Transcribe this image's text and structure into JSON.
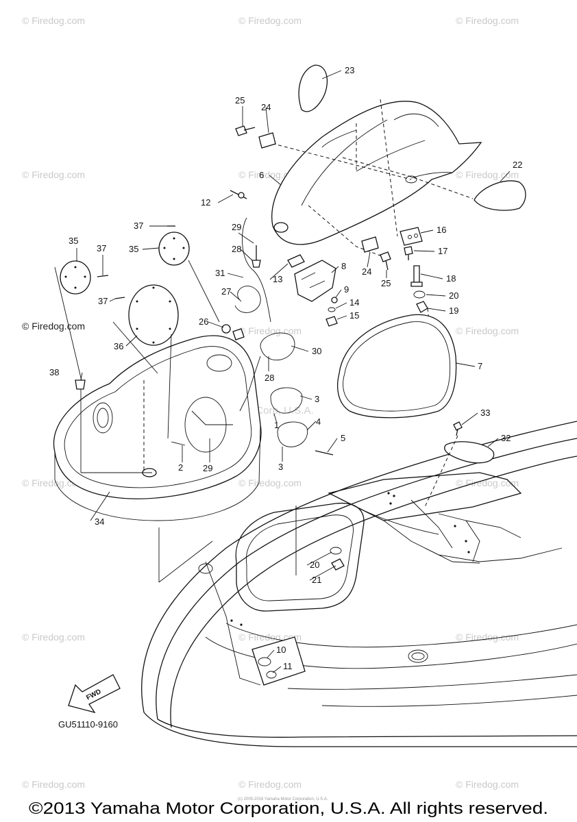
{
  "watermark_text": "Firedog.com",
  "watermark_symbol": "©",
  "watermark_strong": "© Firedog.com",
  "ghost_text": "Yamaha Motor Corp, U.S.A.",
  "diagram_code": "GU51110-9160",
  "fwd_label": "FWD",
  "tiny_print": "(c) 2005-2016 Yamaha Motor Corporation, U.S.A.",
  "copyright": "©2013 Yamaha Motor Corporation, U.S.A. All rights reserved.",
  "labels": {
    "l1": "1",
    "l2": "2",
    "l3a": "3",
    "l3b": "3",
    "l4": "4",
    "l5": "5",
    "l6": "6",
    "l7": "7",
    "l8": "8",
    "l9": "9",
    "l10": "10",
    "l11": "11",
    "l12": "12",
    "l13": "13",
    "l14": "14",
    "l15": "15",
    "l16": "16",
    "l17": "17",
    "l18": "18",
    "l19": "19",
    "l20a": "20",
    "l20b": "20",
    "l21": "21",
    "l22": "22",
    "l23": "23",
    "l24a": "24",
    "l24b": "24",
    "l25a": "25",
    "l25b": "25",
    "l26": "26",
    "l27": "27",
    "l28a": "28",
    "l28b": "28",
    "l29a": "29",
    "l29b": "29",
    "l30": "30",
    "l31": "31",
    "l32": "32",
    "l33": "33",
    "l34": "34",
    "l35a": "35",
    "l35b": "35",
    "l36": "36",
    "l37a": "37",
    "l37b": "37",
    "l37c": "37",
    "l38": "38"
  }
}
